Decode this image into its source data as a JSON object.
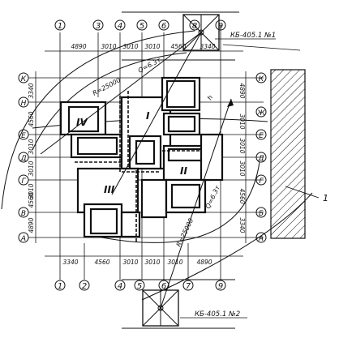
{
  "axes": {
    "top_columns": [
      "1",
      "3",
      "4",
      "5",
      "6",
      "8",
      "9"
    ],
    "bottom_columns": [
      "1",
      "2",
      "4",
      "5",
      "6",
      "7",
      "9"
    ],
    "left_rows": [
      "К",
      "Н",
      "Е",
      "Д",
      "Г",
      "В",
      "А"
    ],
    "right_rows": [
      "К",
      "Ж",
      "Е",
      "Д",
      "Г",
      "Б",
      "А"
    ]
  },
  "dimensions": {
    "top": [
      "4890",
      "3010",
      "3010",
      "3010",
      "4560",
      "3340"
    ],
    "bottom": [
      "3340",
      "4560",
      "3010",
      "3010",
      "3010",
      "4890"
    ],
    "left": [
      "3340",
      "4560",
      "3010",
      "3010",
      "3010",
      "4560",
      "4890"
    ],
    "right": [
      "4890",
      "3010",
      "3010",
      "3010",
      "4560",
      "3340"
    ]
  },
  "sections": [
    "I",
    "II",
    "III",
    "IV"
  ],
  "labels": {
    "crane_top": "КБ-405.1 №1",
    "crane_bottom": "КБ-405.1 №2",
    "radius_top": "R=25000",
    "radius_bottom": "R=25000",
    "load_top": "Q=6.3т",
    "load_bottom": "Q=6.3т",
    "callout_1": "1"
  }
}
